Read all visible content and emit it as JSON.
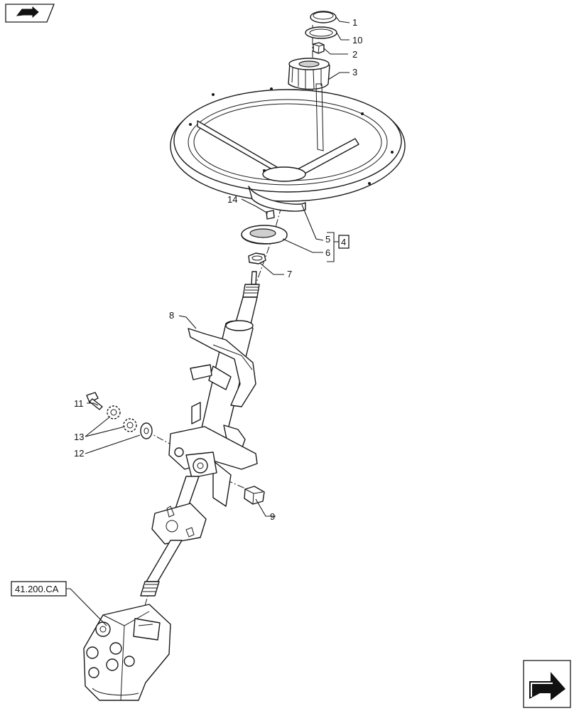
{
  "callouts": {
    "c1": "1",
    "c10": "10",
    "c2": "2",
    "c3": "3",
    "c14": "14",
    "c5": "5",
    "c6": "6",
    "c7": "7",
    "c8": "8",
    "c11": "11",
    "c13": "13",
    "c12": "12",
    "c9": "9",
    "group_ref": "4"
  },
  "reference": {
    "label": "41.200.CA"
  },
  "icons": {
    "top_left": "book-arrow-icon",
    "bottom_right": "next-page-arrow-icon"
  }
}
